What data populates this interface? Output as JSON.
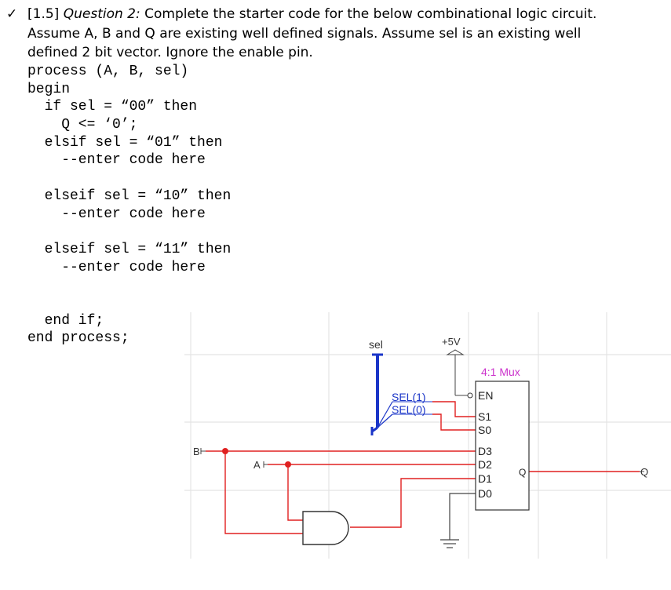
{
  "question": {
    "check_mark": "✓",
    "points": "[1.5]",
    "number_label": "Question 2:",
    "prompt": "Complete the starter code for the below combinational logic circuit.",
    "line2": "Assume A, B and Q are existing well defined signals. Assume sel is an existing well",
    "line3": "defined 2 bit vector. Ignore the enable pin."
  },
  "code": [
    "process (A, B, sel)",
    "begin",
    "  if sel = “00” then",
    "    Q <= ‘0’;",
    "  elsif sel = “01” then",
    "    --enter code here",
    "",
    "  elseif sel = “10” then",
    "    --enter code here",
    "",
    "  elseif sel = “11” then",
    "    --enter code here",
    "",
    "",
    "  end if;",
    "end process;"
  ],
  "circuit": {
    "sel_label": "sel",
    "power_label": "+5V",
    "mux_title": "4:1 Mux",
    "sel1_label": "SEL(1)",
    "sel0_label": "SEL(0)",
    "pins": {
      "en": "EN",
      "s1": "S1",
      "s0": "S0",
      "d3": "D3",
      "d2": "D2",
      "d1": "D1",
      "d0": "D0",
      "q": "Q"
    },
    "input_b": "B",
    "input_a": "A",
    "output_q": "Q",
    "colors": {
      "wire": "#e02020",
      "bus": "#1a35c8",
      "mux_title": "#cc33cc",
      "grid": "#e4e4e4",
      "stroke": "#333333"
    }
  }
}
